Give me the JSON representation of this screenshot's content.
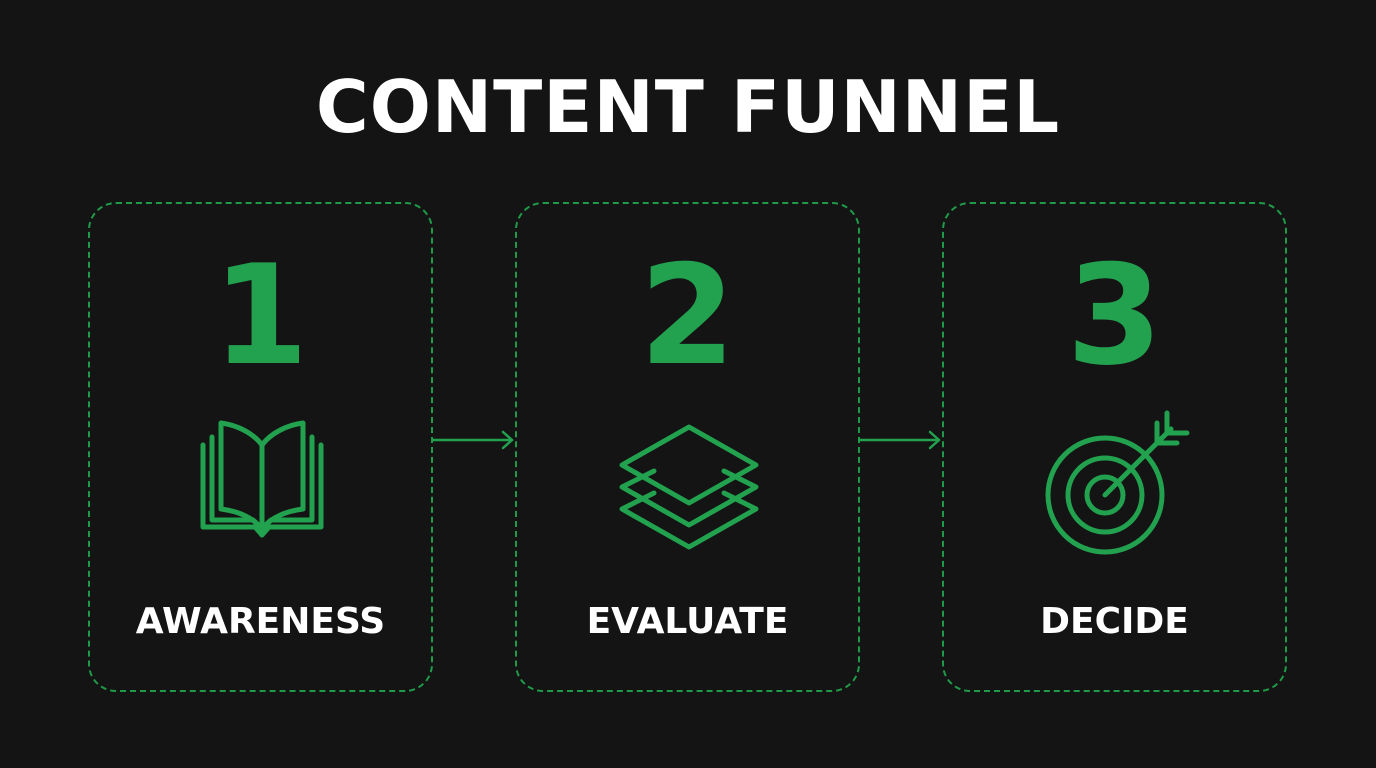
{
  "title": "CONTENT FUNNEL",
  "accent_color": "#22a24f",
  "steps": [
    {
      "number": "1",
      "label": "AWARENESS",
      "icon": "open-book-icon"
    },
    {
      "number": "2",
      "label": "EVALUATE",
      "icon": "layers-icon"
    },
    {
      "number": "3",
      "label": "DECIDE",
      "icon": "target-arrow-icon"
    }
  ]
}
